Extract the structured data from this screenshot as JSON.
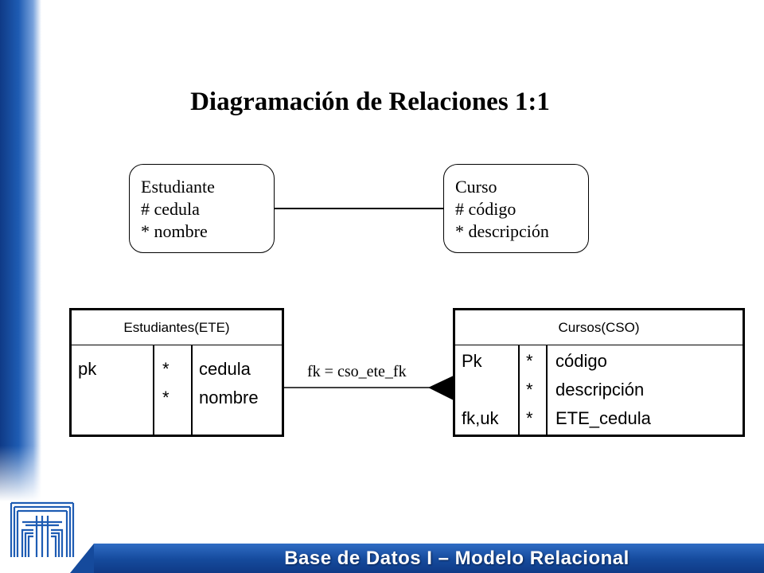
{
  "slide": {
    "title": "Diagramación de Relaciones 1:1",
    "footer": "Base de Datos I – Modelo Relacional"
  },
  "entities": {
    "estudiante": {
      "name": "Estudiante",
      "attr1": "# cedula",
      "attr2": "* nombre"
    },
    "curso": {
      "name": "Curso",
      "attr1": "# código",
      "attr2": "* descripción"
    }
  },
  "tables": {
    "ete": {
      "header": "Estudiantes(ETE)",
      "keys": [
        "pk",
        ""
      ],
      "opts": [
        "*",
        "*"
      ],
      "cols": [
        "cedula",
        "nombre"
      ]
    },
    "cso": {
      "header": "Cursos(CSO)",
      "keys": [
        "Pk",
        "",
        "fk,uk"
      ],
      "opts": [
        "*",
        "*",
        "*"
      ],
      "cols": [
        "código",
        "descripción",
        "ETE_cedula"
      ]
    }
  },
  "relationship": {
    "fk_label": "fk = cso_ete_fk"
  },
  "colors": {
    "brand_blue": "#154a9c",
    "line": "#000000"
  }
}
